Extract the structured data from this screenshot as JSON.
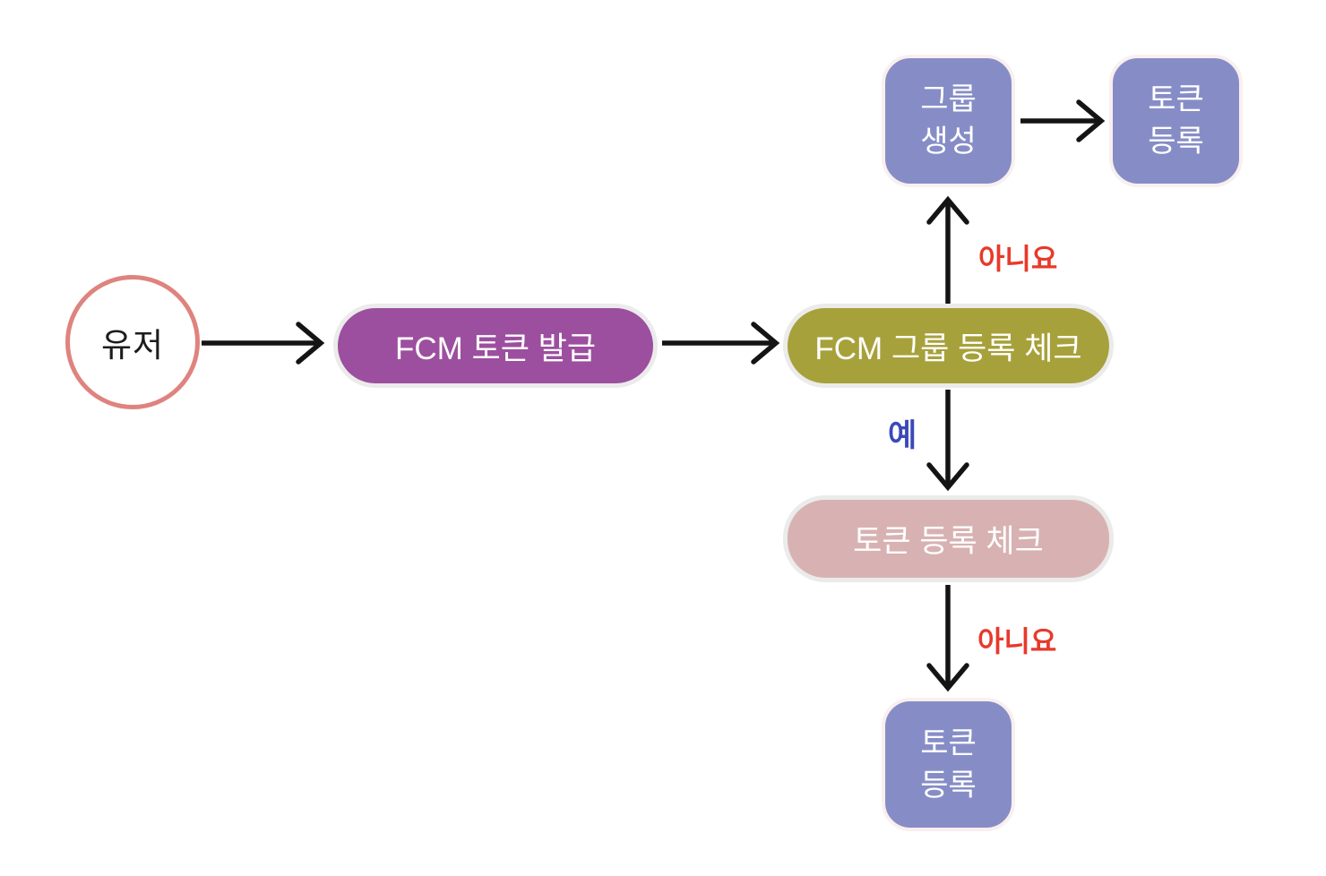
{
  "diagram": {
    "title_semantic": "FCM token registration flowchart",
    "background": "#ffffff",
    "arrow_color": "#141414",
    "nodes": {
      "user": {
        "label": "유저",
        "shape": "circle",
        "fill": "#ffffff",
        "stroke": "#df837f",
        "text_color": "#1c1c1c"
      },
      "fcm_token_issue": {
        "label": "FCM 토큰 발급",
        "shape": "pill",
        "fill": "#9c4f9e",
        "stroke": "#ebebeb",
        "text_color": "#ffffff"
      },
      "fcm_group_check": {
        "label": "FCM 그룹 등록 체크",
        "shape": "pill",
        "fill": "#a7a13b",
        "stroke": "#ebebeb",
        "text_color": "#ffffff"
      },
      "group_create": {
        "lines": [
          "그룹",
          "생성"
        ],
        "shape": "rounded-square",
        "fill": "#868dc6",
        "stroke": "#faefef",
        "text_color": "#ffffff"
      },
      "token_register_top": {
        "lines": [
          "토큰",
          "등록"
        ],
        "shape": "rounded-square",
        "fill": "#868dc6",
        "stroke": "#faefef",
        "text_color": "#ffffff"
      },
      "token_check": {
        "label": "토큰 등록 체크",
        "shape": "pill",
        "fill": "#d8b2b2",
        "stroke": "#ebebeb",
        "text_color": "#ffffff"
      },
      "token_register_bottom": {
        "lines": [
          "토큰",
          "등록"
        ],
        "shape": "rounded-square",
        "fill": "#868dc6",
        "stroke": "#faefef",
        "text_color": "#ffffff"
      }
    },
    "edge_labels": {
      "no_top": {
        "text": "아니요",
        "color": "#e8392b"
      },
      "yes": {
        "text": "예",
        "color": "#3b49b8"
      },
      "no_bottom": {
        "text": "아니요",
        "color": "#e8392b"
      }
    }
  }
}
